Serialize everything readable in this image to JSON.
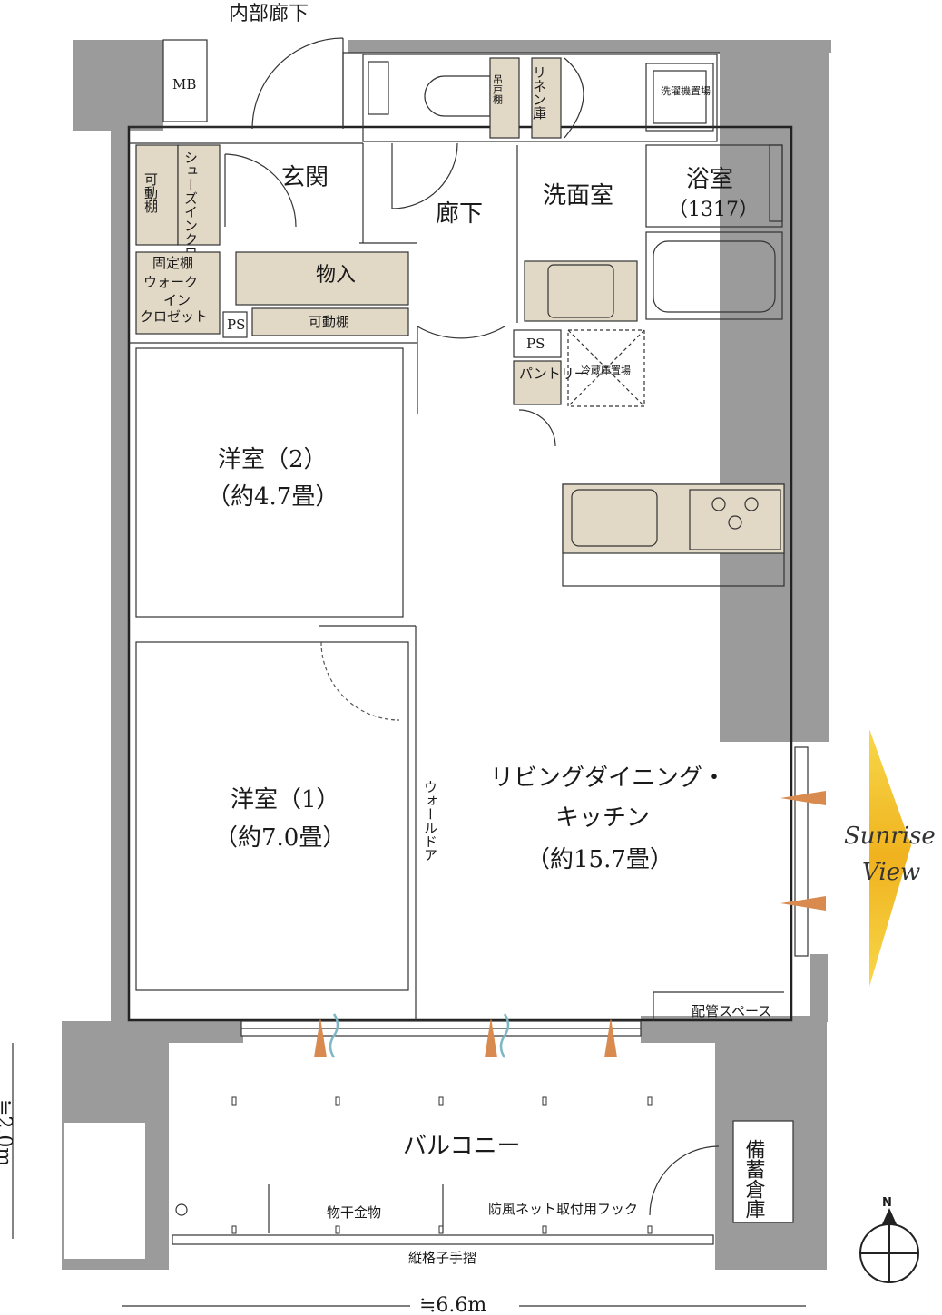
{
  "labels": {
    "inner_corridor": "内部廊下",
    "mb": "MB",
    "entrance": "玄関",
    "hallway": "廊下",
    "washroom": "洗面室",
    "bathroom": "浴室",
    "bathroom_size": "（1317）",
    "linen": "リネン庫",
    "hanging_shelf": "吊戸棚",
    "washer": "洗濯機置場",
    "shoe_closet": "シューズインクロゼット",
    "movable_shelf_1": "可動棚",
    "fixed_shelf": "固定棚",
    "walkin_closet_1": "ウォーク",
    "walkin_closet_2": "イン",
    "walkin_closet_3": "クロゼット",
    "storage": "物入",
    "movable_shelf_2": "可動棚",
    "ps_1": "PS",
    "ps_2": "PS",
    "pantry": "パントリー",
    "fridge": "冷蔵庫置場",
    "western_room_2": "洋室（2）",
    "western_room_2_size": "（約4.7畳）",
    "western_room_1": "洋室（1）",
    "western_room_1_size": "（約7.0畳）",
    "wall_door": "ウォールドア",
    "ldk_1": "リビングダイニング・",
    "ldk_2": "キッチン",
    "ldk_size": "（約15.7畳）",
    "piping_space": "配管スペース",
    "balcony": "バルコニー",
    "laundry_hardware": "物干金物",
    "windbreak_hook": "防風ネット取付用フック",
    "railing": "縦格子手摺",
    "emergency_storage": "備蓄倉庫",
    "sunrise_1": "Sunrise",
    "sunrise_2": "View",
    "depth_dim": "≒2.0m",
    "width_dim": "≒6.6m",
    "north": "N"
  },
  "colors": {
    "wall": "#9b9b9b",
    "fixture": "#e2d8c6",
    "wind_arrow": "#d98a4e",
    "breeze": "#7fb7c4",
    "sunrise_arrow": "#f2c12e"
  }
}
